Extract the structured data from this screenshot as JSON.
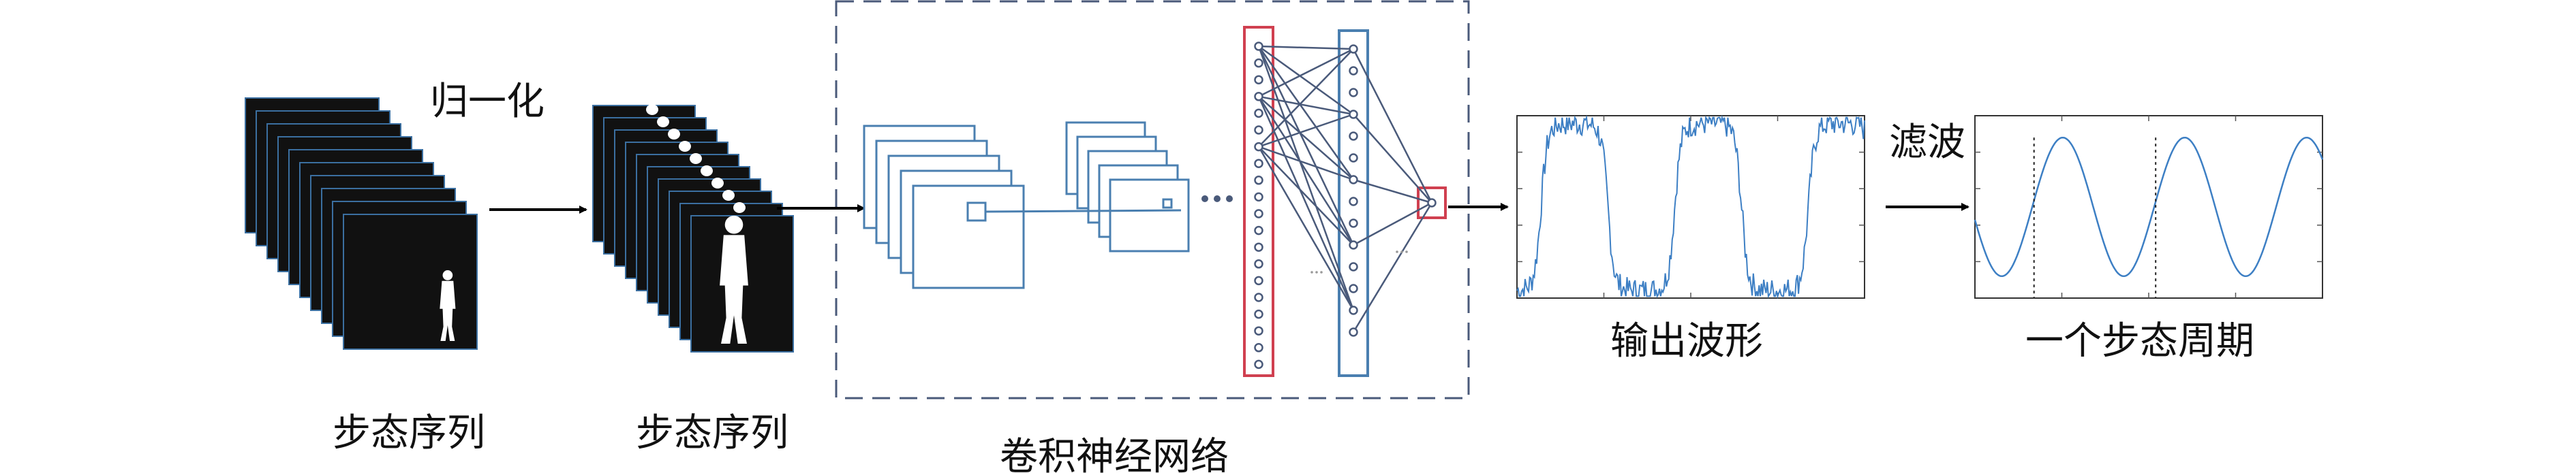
{
  "labels": {
    "normalize": "归一化",
    "gait_sequence_1": "步态序列",
    "gait_sequence_2": "步态序列",
    "cnn": "卷积神经网络",
    "output_waveform": "输出波形",
    "filtering": "滤波",
    "gait_cycle": "一个步态周期"
  },
  "colors": {
    "frame_fill": "#111111",
    "frame_edge": "#3b6fa0",
    "feature_map": "#4a7fb0",
    "dashed_box": "#4a5a7a",
    "red_layer": "#d04050",
    "blue_layer": "#4a7fb0",
    "neuron": "#4a5a7a",
    "wave": "#3d7fc4",
    "arrow": "#000000"
  },
  "icons": {
    "silhouette": "person-silhouette-icon",
    "ellipsis": "ellipsis-icon"
  }
}
